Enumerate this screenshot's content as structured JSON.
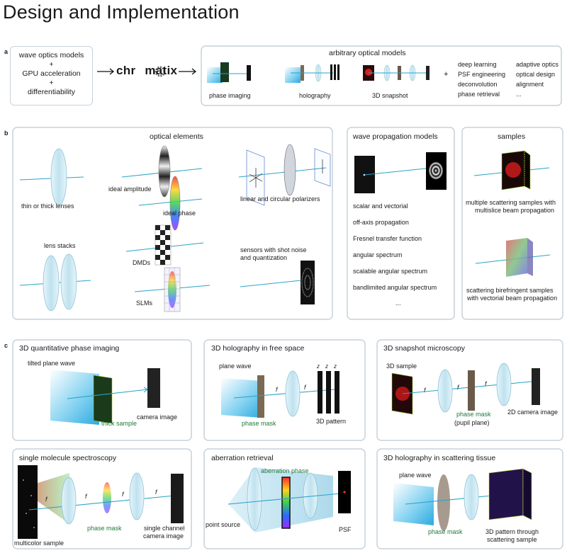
{
  "title": "Design and Implementation",
  "panel_a": {
    "tag": "a",
    "left_box": [
      "wave optics models",
      "+",
      "GPU acceleration",
      "+",
      "differentiability"
    ],
    "logo_left": "chr",
    "logo_right": "matix",
    "models_title": "arbitrary optical models",
    "examples": [
      "phase imaging",
      "holography",
      "3D snapshot"
    ],
    "plus": "+",
    "apps_col1": [
      "deep learning",
      "PSF engineering",
      "deconvolution",
      "phase retrieval"
    ],
    "apps_col2": [
      "adaptive optics",
      "optical design",
      "alignment",
      "..."
    ]
  },
  "panel_b": {
    "tag": "b",
    "elements_title": "optical elements",
    "thin_lenses": "thin or thick lenses",
    "ideal_amplitude": "ideal amplitude",
    "ideal_phase": "ideal phase",
    "polarizers": "linear and circular polarizers",
    "lens_stacks": "lens stacks",
    "dmds": "DMDs",
    "slms": "SLMs",
    "sensors": [
      "sensors with shot noise",
      "and quantization"
    ],
    "prop_title": "wave propagation models",
    "prop_items": [
      "scalar and vectorial",
      "off-axis propagation",
      "Fresnel transfer function",
      "angular spectrum",
      "scalable angular spectrum",
      "bandlimited angular spectrum",
      "..."
    ],
    "samples_title": "samples",
    "sample1": [
      "multiple scattering samples with",
      "multislice beam propagation"
    ],
    "sample2": [
      "scattering birefringent samples",
      "with vectorial beam propagation"
    ]
  },
  "panel_c": {
    "tag": "c",
    "qpi": {
      "title": "3D quantitative phase imaging",
      "wave": "tilted plane wave",
      "sample": "thick sample",
      "camera": "camera image"
    },
    "holo": {
      "title": "3D holography in free space",
      "wave": "plane wave",
      "mask": "phase mask",
      "pattern": "3D pattern",
      "f": "f",
      "z": [
        "z",
        "z",
        "z"
      ]
    },
    "snap": {
      "title": "3D snapshot microscopy",
      "sample": "3D sample",
      "mask": "phase mask",
      "pupil": "(pupil plane)",
      "camera": "2D camera image",
      "f": "f"
    },
    "smol": {
      "title": "single molecule spectroscopy",
      "sample": "multicolor sample",
      "mask": "phase mask",
      "camera": [
        "single channel",
        "camera image"
      ],
      "f": "f"
    },
    "aber": {
      "title": "aberration retrieval",
      "phase": "aberration phase",
      "source": "point source",
      "psf": "PSF"
    },
    "tissue": {
      "title": "3D holography in scattering tissue",
      "wave": "plane wave",
      "mask": "phase mask",
      "pattern": [
        "3D pattern through",
        "scattering sample"
      ]
    }
  },
  "colors": {
    "beam": "#2aa3c8",
    "border": "#c7d2da",
    "green_text": "#1f7a3a",
    "lens": "#cfe9f3"
  }
}
